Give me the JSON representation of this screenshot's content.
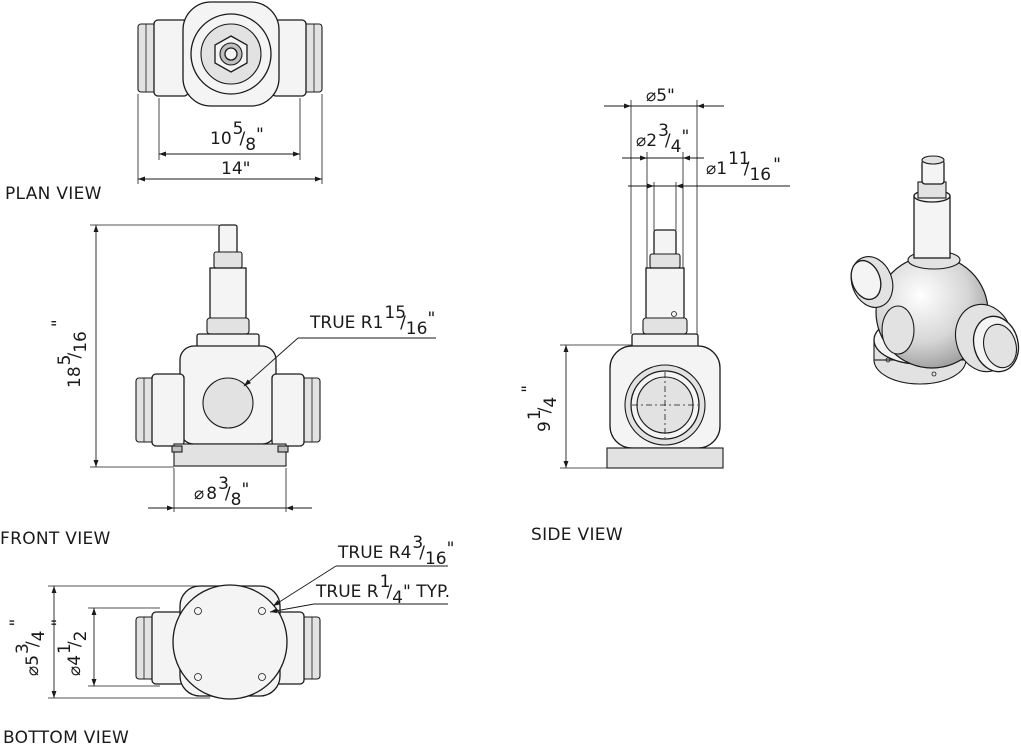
{
  "views": {
    "plan": "PLAN VIEW",
    "front": "FRONT VIEW",
    "side": "SIDE VIEW",
    "bottom": "BOTTOM VIEW"
  },
  "dimensions": {
    "plan_inner_whole": "10",
    "plan_inner_num": "5",
    "plan_inner_den": "8",
    "plan_inner_unit": "\"",
    "plan_outer": "14\"",
    "front_height_whole": "18",
    "front_height_num": "5",
    "front_height_den": "16",
    "front_height_unit": "\"",
    "front_base_sym": "⌀",
    "front_base_whole": "8",
    "front_base_num": "3",
    "front_base_den": "8",
    "front_base_unit": "\"",
    "front_radius_prefix": "TRUE R1",
    "front_radius_num": "15",
    "front_radius_den": "16",
    "front_radius_unit": "\"",
    "side_d1": "⌀5\"",
    "side_d2_prefix": "⌀2",
    "side_d2_num": "3",
    "side_d2_den": "4",
    "side_d2_unit": "\"",
    "side_d3_prefix": "⌀1",
    "side_d3_num": "11",
    "side_d3_den": "16",
    "side_d3_unit": "\"",
    "side_height_whole": "9",
    "side_height_num": "1",
    "side_height_den": "4",
    "side_height_unit": "\"",
    "bottom_r1_prefix": "TRUE R4",
    "bottom_r1_num": "3",
    "bottom_r1_den": "16",
    "bottom_r1_unit": "\"",
    "bottom_r2_prefix": "TRUE R",
    "bottom_r2_num": "1",
    "bottom_r2_den": "4",
    "bottom_r2_suffix": "\" TYP.",
    "bottom_d_outer_prefix": "⌀5",
    "bottom_d_outer_num": "3",
    "bottom_d_outer_den": "4",
    "bottom_d_outer_unit": "\"",
    "bottom_d_inner_prefix": "⌀4",
    "bottom_d_inner_num": "1",
    "bottom_d_inner_den": "2",
    "bottom_d_inner_unit": "\""
  }
}
